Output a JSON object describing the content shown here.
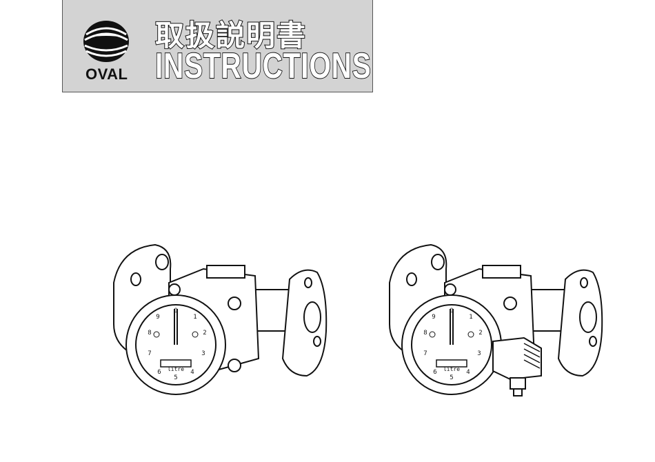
{
  "header": {
    "brand": "OVAL",
    "title_jp": "取扱説明書",
    "title_en": "INSTRUCTIONS",
    "background": "#d3d3d3"
  },
  "meters": [
    {
      "unit": "litre",
      "dial_numbers": [
        "0",
        "1",
        "2",
        "3",
        "4",
        "5",
        "6",
        "7",
        "8",
        "9"
      ]
    },
    {
      "unit": "litre",
      "dial_numbers": [
        "0",
        "1",
        "2",
        "3",
        "4",
        "5",
        "6",
        "7",
        "8",
        "9"
      ],
      "has_connector": true
    }
  ]
}
